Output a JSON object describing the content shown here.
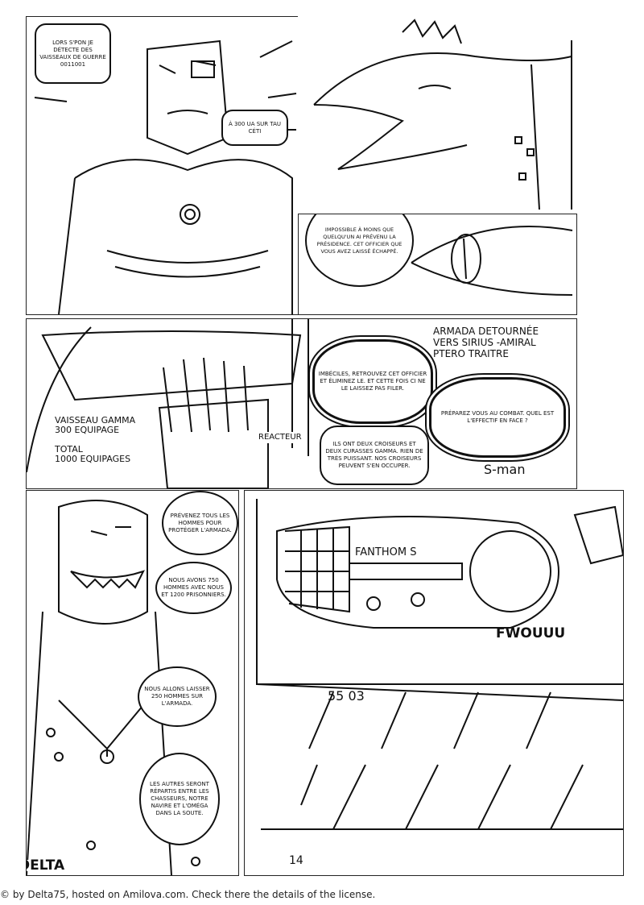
{
  "panels": {
    "p1": {
      "bubble1": "Lors s'pon je détecte des vaisseaux de guerre 0011001",
      "bubble2": "À 300 UA sur Tau Céti"
    },
    "p3": {
      "bubble1": "Impossible à moins que quelqu'un ai prévenu la présidence. Cet officier que vous avez laissé échappé."
    },
    "p4": {
      "bubble1": "Imbéciles, retrouvez cet officier et éliminez le. Et cette fois ci ne le laissez pas filer.",
      "bubble2": "Préparez vous au combat. Quel est l'effectif en face ?",
      "bubble3": "Ils ont deux croiseurs et deux curasses gamma. Rien de très puissant. Nos croiseurs peuvent s'en occuper.",
      "screen_text": "ARMADA DETOURNÉE\nVERS SIRIUS -AMIRAL\nPTERO      TRAITRE",
      "left_text": "VAISSEAU GAMMA\n300 EQUIPAGE\n\nTOTAL\n1000 EQUIPAGES",
      "reactor_label": "REACTEUR",
      "signature": "S-man"
    },
    "p5": {
      "bubble1": "Prévenez tous les hommes pour protéger l'armada.",
      "bubble2": "Nous avons 750 hommes avec nous et 1200 prisonniers.",
      "bubble3": "Nous allons laisser 250 hommes sur l'armada.",
      "bubble4": "Les autres seront répartis entre les chasseurs, notre navire et l'Oméga dans la soute.",
      "author": "DELTA"
    },
    "p6": {
      "ship_name": "FANTHOM S",
      "sound": "FWOUUU",
      "hull_number": "55 03",
      "page_number": "14"
    }
  },
  "footer": "© by Delta75, hosted on Amilova.com. Check there the details of the license."
}
